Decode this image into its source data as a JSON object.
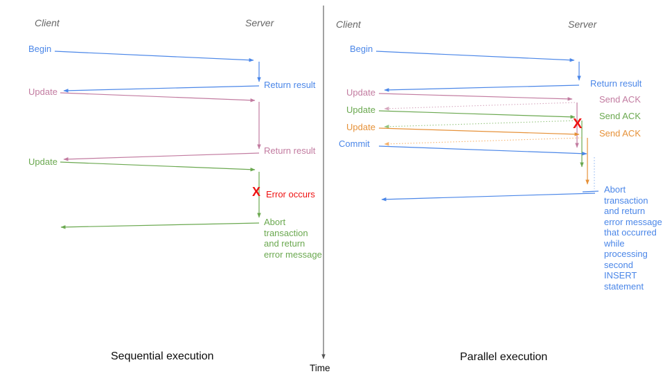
{
  "diagram": {
    "time_axis_label": "Time",
    "colors": {
      "blue": "#4a86e8",
      "pink": "#c27ba0",
      "green": "#6aa84f",
      "orange": "#e69138",
      "red": "#ee1111",
      "light_blue": "#8eb4f0",
      "light_pink": "#d5a6bd",
      "light_green": "#93c47d",
      "light_orange": "#f6b26b",
      "header_gray": "#666666",
      "axis_gray": "#555555",
      "caption_black": "#0b0b0b"
    },
    "left": {
      "caption": "Sequential execution",
      "client_header": "Client",
      "server_header": "Server",
      "labels": {
        "begin": "Begin",
        "return_result_1": "Return result",
        "update_1": "Update",
        "return_result_2": "Return result",
        "update_2": "Update",
        "error_x": "X",
        "error_text": "Error occurs",
        "abort_text": "Abort transaction and return error message"
      }
    },
    "right": {
      "caption": "Parallel execution",
      "client_header": "Client",
      "server_header": "Server",
      "labels": {
        "begin": "Begin",
        "return_result": "Return result",
        "update_1": "Update",
        "send_ack_1": "Send ACK",
        "update_2": "Update",
        "send_ack_2": "Send ACK",
        "update_3": "Update",
        "send_ack_3": "Send ACK",
        "commit": "Commit",
        "error_x": "X",
        "abort_text": "Abort transaction and return error message that occurred while processing second INSERT statement"
      }
    }
  }
}
